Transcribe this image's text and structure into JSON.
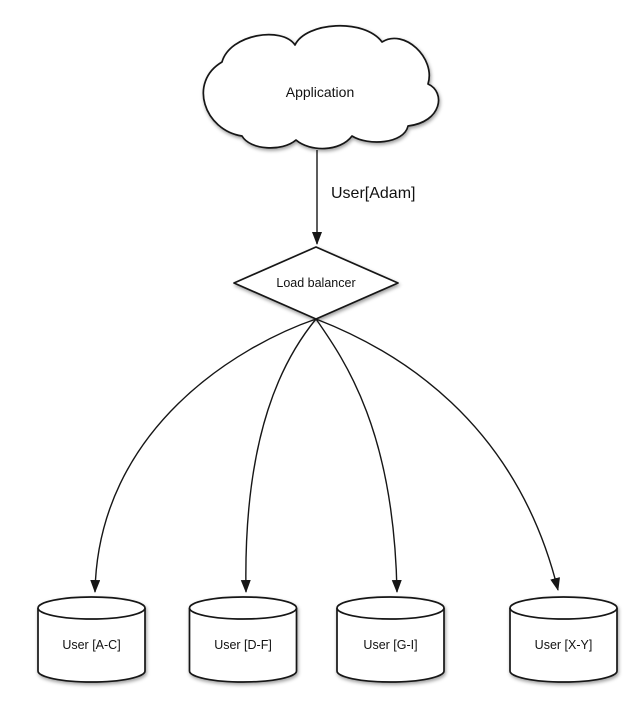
{
  "diagram": {
    "application_label": "Application",
    "request_label": "User[Adam]",
    "load_balancer_label": "Load balancer",
    "shards": [
      {
        "label": "User [A-C]"
      },
      {
        "label": "User [D-F]"
      },
      {
        "label": "User [G-I]"
      },
      {
        "label": "User [X-Y]"
      }
    ],
    "colors": {
      "stroke": "#161616",
      "shape_fill": "#ffffff",
      "background": "#ffffff",
      "text": "#111111"
    }
  }
}
